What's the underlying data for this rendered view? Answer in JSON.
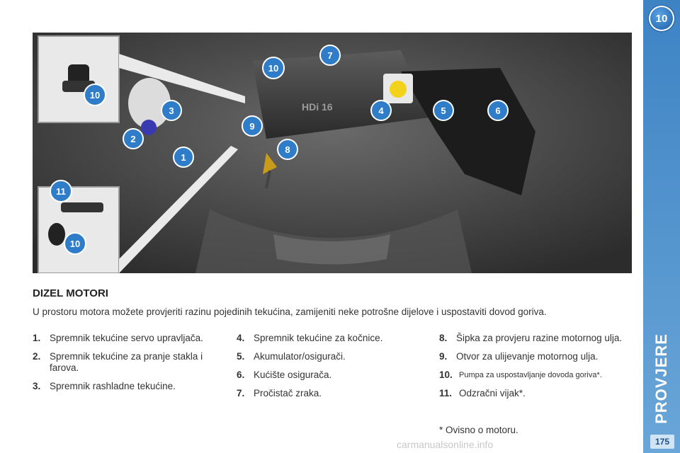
{
  "chapter_number": "10",
  "section_title": "PROVJERE",
  "page_number": "175",
  "photo": {
    "engine_label": "HDi 16",
    "callouts": [
      "1",
      "2",
      "3",
      "4",
      "5",
      "6",
      "7",
      "8",
      "9",
      "10",
      "11"
    ]
  },
  "heading": "DIZEL MOTORI",
  "intro": "U prostoru motora možete provjeriti razinu pojedinih tekućina, zamijeniti neke potrošne dijelove i uspostaviti dovod goriva.",
  "items_col1": [
    {
      "num": "1.",
      "text": "Spremnik tekućine servo upravljača."
    },
    {
      "num": "2.",
      "text": "Spremnik tekućine za pranje stakla i farova."
    },
    {
      "num": "3.",
      "text": "Spremnik rashladne tekućine."
    }
  ],
  "items_col2": [
    {
      "num": "4.",
      "text": "Spremnik tekućine za kočnice."
    },
    {
      "num": "5.",
      "text": "Akumulator/osigurači."
    },
    {
      "num": "6.",
      "text": "Kućište osigurača."
    },
    {
      "num": "7.",
      "text": "Pročistač zraka."
    }
  ],
  "items_col3": [
    {
      "num": "8.",
      "text": "Šipka za provjeru razine motornog ulja."
    },
    {
      "num": "9.",
      "text": "Otvor za ulijevanje motornog ulja."
    },
    {
      "num": "10.",
      "text": "Pumpa za uspostavljanje dovoda goriva*."
    },
    {
      "num": "11.",
      "text": "Odzračni vijak*."
    }
  ],
  "footnote": "* Ovisno o motoru.",
  "watermark": "carmanualsonline.info",
  "colors": {
    "sidebar": "#3d83c4",
    "callout": "#2f7cc8",
    "photo_bg": "#3a3a3a"
  }
}
